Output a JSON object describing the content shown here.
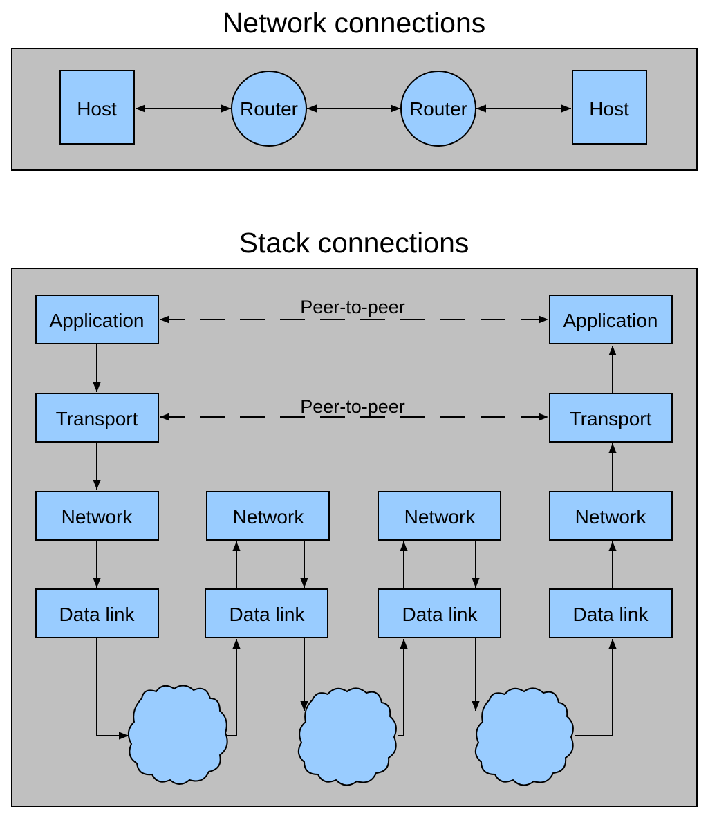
{
  "network": {
    "title": "Network connections",
    "nodes": [
      "Host",
      "Router",
      "Router",
      "Host"
    ]
  },
  "stack": {
    "title": "Stack connections",
    "peer_labels": [
      "Peer-to-peer",
      "Peer-to-peer"
    ],
    "left": [
      "Application",
      "Transport",
      "Network",
      "Data link"
    ],
    "right": [
      "Application",
      "Transport",
      "Network",
      "Data link"
    ],
    "router1": [
      "Network",
      "Data link"
    ],
    "router2": [
      "Network",
      "Data link"
    ]
  },
  "colors": {
    "panel": "#c0c0c0",
    "node": "#99ccff",
    "line": "#000000"
  }
}
